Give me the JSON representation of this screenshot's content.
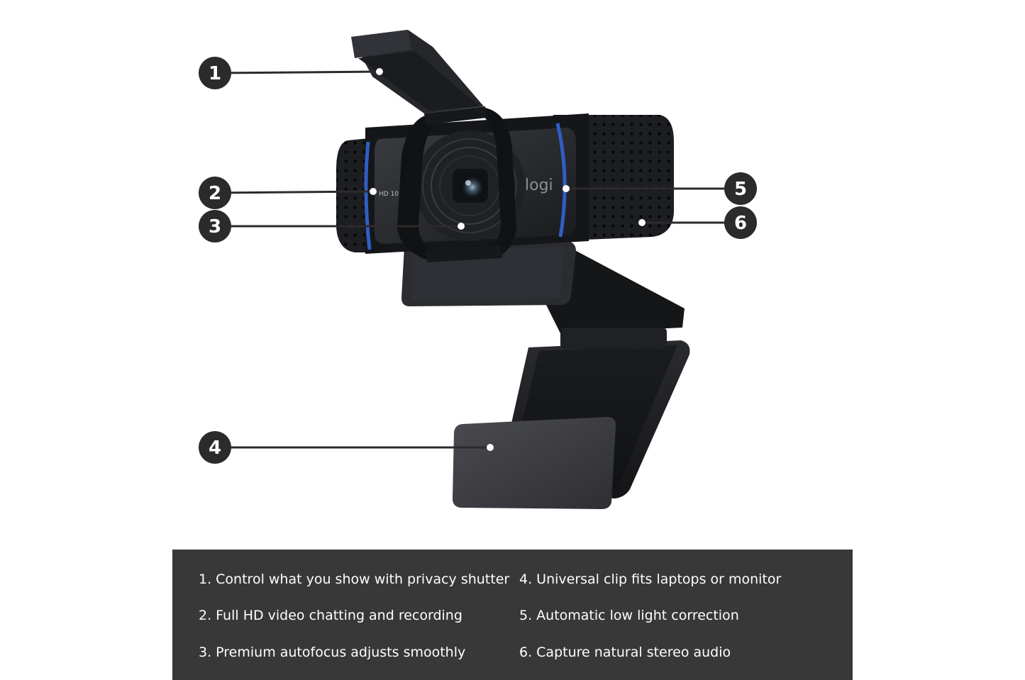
{
  "callouts": [
    {
      "num": "1"
    },
    {
      "num": "2"
    },
    {
      "num": "3"
    },
    {
      "num": "4"
    },
    {
      "num": "5"
    },
    {
      "num": "6"
    }
  ],
  "product": {
    "logo": "logi",
    "model_mark": "HD 10"
  },
  "features": [
    {
      "text": "1. Control what you show with privacy shutter"
    },
    {
      "text": "2. Full HD video chatting and recording"
    },
    {
      "text": "3. Premium autofocus adjusts smoothly"
    },
    {
      "text": "4. Universal clip fits laptops or monitor"
    },
    {
      "text": "5. Automatic low light correction"
    },
    {
      "text": "6. Capture natural stereo audio"
    }
  ],
  "colors": {
    "callout_fill": "#2b2b2b",
    "feature_panel": "#383838",
    "camera_body": "#1c1d20",
    "accent_blue": "#2f5fc4"
  }
}
